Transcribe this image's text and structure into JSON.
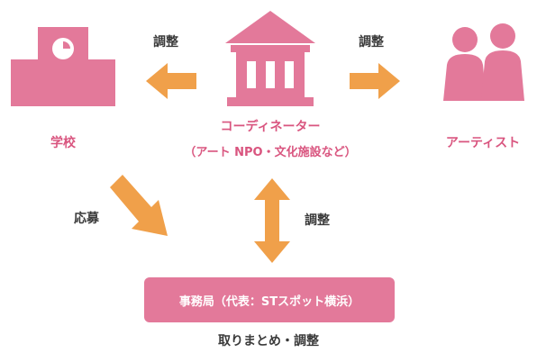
{
  "colors": {
    "pink": "#e3799a",
    "pink_text": "#d9557f",
    "orange": "#f0a04a",
    "dark_text": "#3a3a3a"
  },
  "nodes": {
    "school": {
      "label": "学校",
      "icon": "school-building-icon"
    },
    "coordinator": {
      "label": "コーディネーター",
      "sublabel": "（アート NPO・文化施設など）",
      "icon": "institution-building-icon"
    },
    "artist": {
      "label": "アーティスト",
      "icon": "people-icon"
    },
    "office": {
      "label": "事務局（代表：STスポット横浜）"
    }
  },
  "edges": {
    "coordinator_to_school": {
      "label": "調整"
    },
    "coordinator_to_artist": {
      "label": "調整"
    },
    "school_to_office": {
      "label": "応募"
    },
    "coordinator_office": {
      "label": "調整"
    }
  },
  "footer": {
    "label": "取りまとめ・調整"
  }
}
